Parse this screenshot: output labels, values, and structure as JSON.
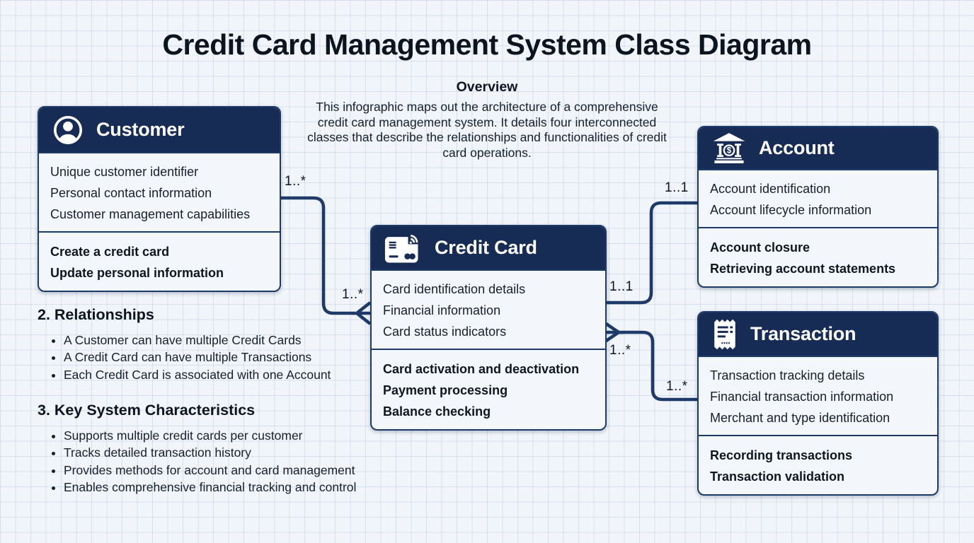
{
  "title": "Credit Card Management System Class Diagram",
  "overview": {
    "heading": "Overview",
    "text": "This infographic maps out the architecture of a comprehensive credit card management system. It details four interconnected classes that describe the relationships and functionalities of credit card operations."
  },
  "classes": [
    {
      "name": "Customer",
      "icon": "person-icon",
      "attributes": [
        "Unique customer identifier",
        "Personal contact information",
        "Customer management capabilities"
      ],
      "methods": [
        "Create a credit card",
        "Update personal information"
      ]
    },
    {
      "name": "Credit Card",
      "icon": "credit-card-icon",
      "attributes": [
        "Card identification details",
        "Financial information",
        "Card status indicators"
      ],
      "methods": [
        "Card activation and deactivation",
        "Payment processing",
        "Balance checking"
      ]
    },
    {
      "name": "Account",
      "icon": "bank-icon",
      "attributes": [
        "Account identification",
        "Account lifecycle information"
      ],
      "methods": [
        "Account closure",
        "Retrieving account statements"
      ]
    },
    {
      "name": "Transaction",
      "icon": "receipt-icon",
      "attributes": [
        "Transaction tracking details",
        "Financial transaction information",
        "Merchant and type identification"
      ],
      "methods": [
        "Recording transactions",
        "Transaction validation"
      ]
    }
  ],
  "connectors": [
    {
      "name": "customer-to-creditcard",
      "source_label": "1..*",
      "target_label": "1..*"
    },
    {
      "name": "creditcard-to-account",
      "source_label": "1..1",
      "target_label": "1..1"
    },
    {
      "name": "creditcard-to-transaction",
      "source_label": "1..*",
      "target_label": "1..*"
    }
  ],
  "sections": [
    {
      "heading": "2. Relationships",
      "bullets": [
        "A Customer can have multiple Credit Cards",
        "A Credit Card can have multiple Transactions",
        "Each Credit Card is associated with one Account"
      ]
    },
    {
      "heading": "3. Key System Characteristics",
      "bullets": [
        "Supports multiple credit cards per customer",
        "Tracks detailed transaction history",
        "Provides methods for account and card management",
        "Enables comprehensive financial tracking and control"
      ]
    }
  ],
  "colors": {
    "header_navy": "#172c55",
    "line_navy": "#1e3a68",
    "box_bg": "#f3f6fb",
    "page_bg": "#f1f5f9",
    "grid_line": "#b2c4db",
    "text_dark": "#141c27"
  }
}
